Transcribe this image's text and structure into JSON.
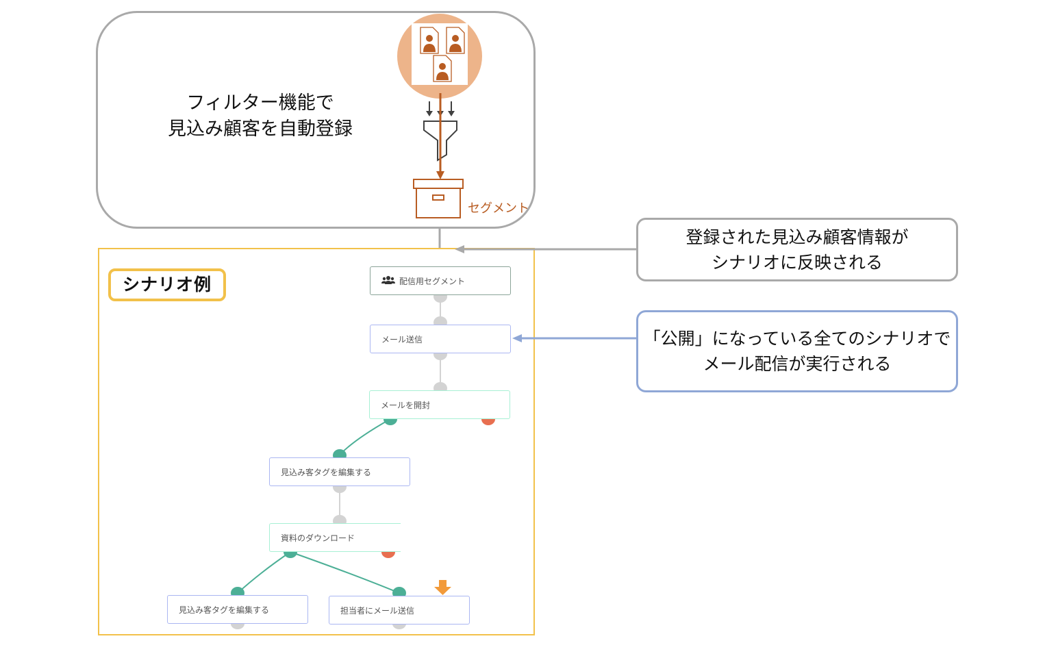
{
  "top_section": {
    "caption_line1": "フィルター機能で",
    "caption_line2": "見込み顧客を自動登録",
    "segment_label": "セグメント",
    "icons": [
      "prospect-documents-icon",
      "filter-funnel-icon",
      "segment-box-icon"
    ]
  },
  "scenario": {
    "label": "シナリオ例",
    "nodes": [
      {
        "id": "segment",
        "label": "配信用セグメント",
        "icon": "users-icon"
      },
      {
        "id": "send-mail",
        "label": "メール送信"
      },
      {
        "id": "open-mail",
        "label": "メールを開封"
      },
      {
        "id": "edit-tag-1",
        "label": "見込み客タグを編集する"
      },
      {
        "id": "download",
        "label": "資料のダウンロード"
      },
      {
        "id": "edit-tag-2",
        "label": "見込み客タグを編集する"
      },
      {
        "id": "notify-staff",
        "label": "担当者にメール送信"
      }
    ]
  },
  "callouts": {
    "registered_line1": "登録された見込み顧客情報が",
    "registered_line2": "シナリオに反映される",
    "published_line1": "「公開」になっている全てのシナリオで",
    "published_line2": "メール配信が実行される"
  },
  "colors": {
    "accent_orange": "#b85c22",
    "circle_fill": "#edb48a",
    "frame_yellow": "#f2c14a",
    "connector_green": "#4caf96",
    "connector_red": "#e86f50",
    "connector_gray": "#d3d3d3",
    "callout_blue": "#8fa7d6"
  }
}
